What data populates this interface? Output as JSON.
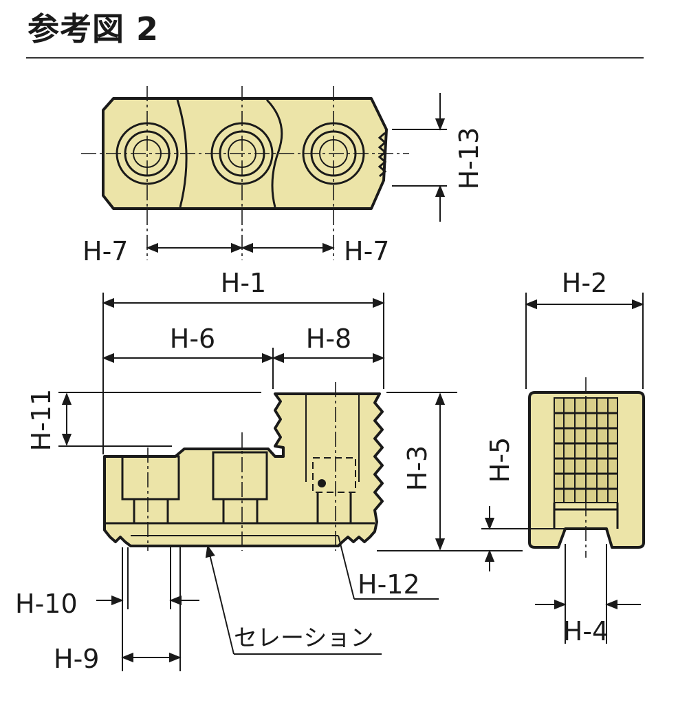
{
  "figure": {
    "title": "参考図 2",
    "serration_label": "セレーション",
    "dims": {
      "h1": "H-1",
      "h2": "H-2",
      "h3": "H-3",
      "h4": "H-4",
      "h5": "H-5",
      "h6": "H-6",
      "h7_left": "H-7",
      "h7_right": "H-7",
      "h8": "H-8",
      "h9": "H-9",
      "h10": "H-10",
      "h11": "H-11",
      "h12": "H-12",
      "h13": "H-13"
    }
  }
}
